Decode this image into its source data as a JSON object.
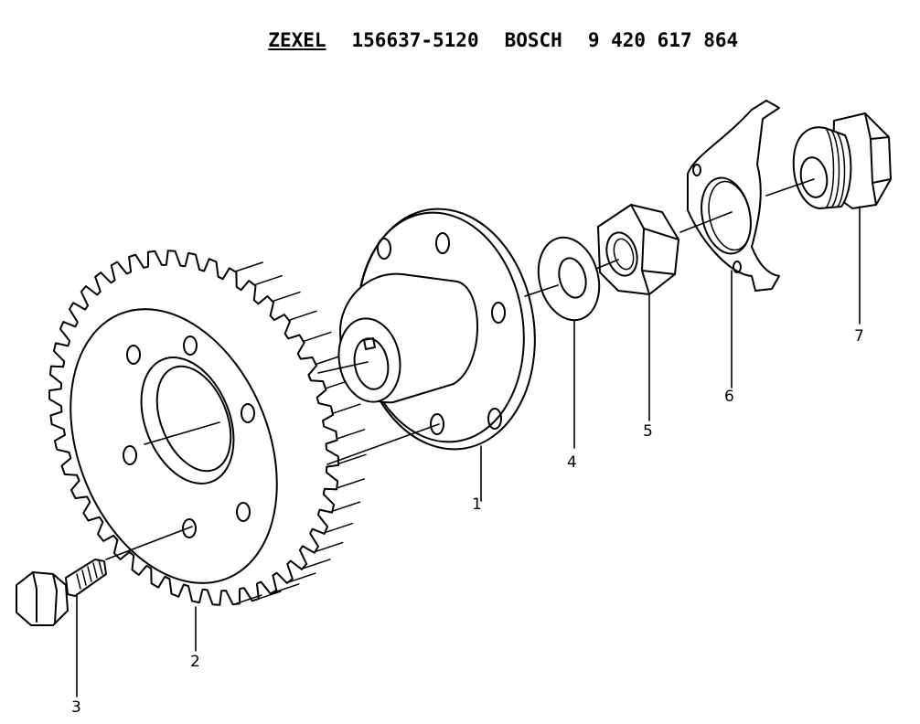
{
  "header": {
    "brand_a": "ZEXEL",
    "part_a": "156637-5120",
    "brand_b": "BOSCH",
    "part_b": "9 420 617 864"
  },
  "callouts": {
    "c1": "1",
    "c2": "2",
    "c3": "3",
    "c4": "4",
    "c5": "5",
    "c6": "6",
    "c7": "7"
  }
}
